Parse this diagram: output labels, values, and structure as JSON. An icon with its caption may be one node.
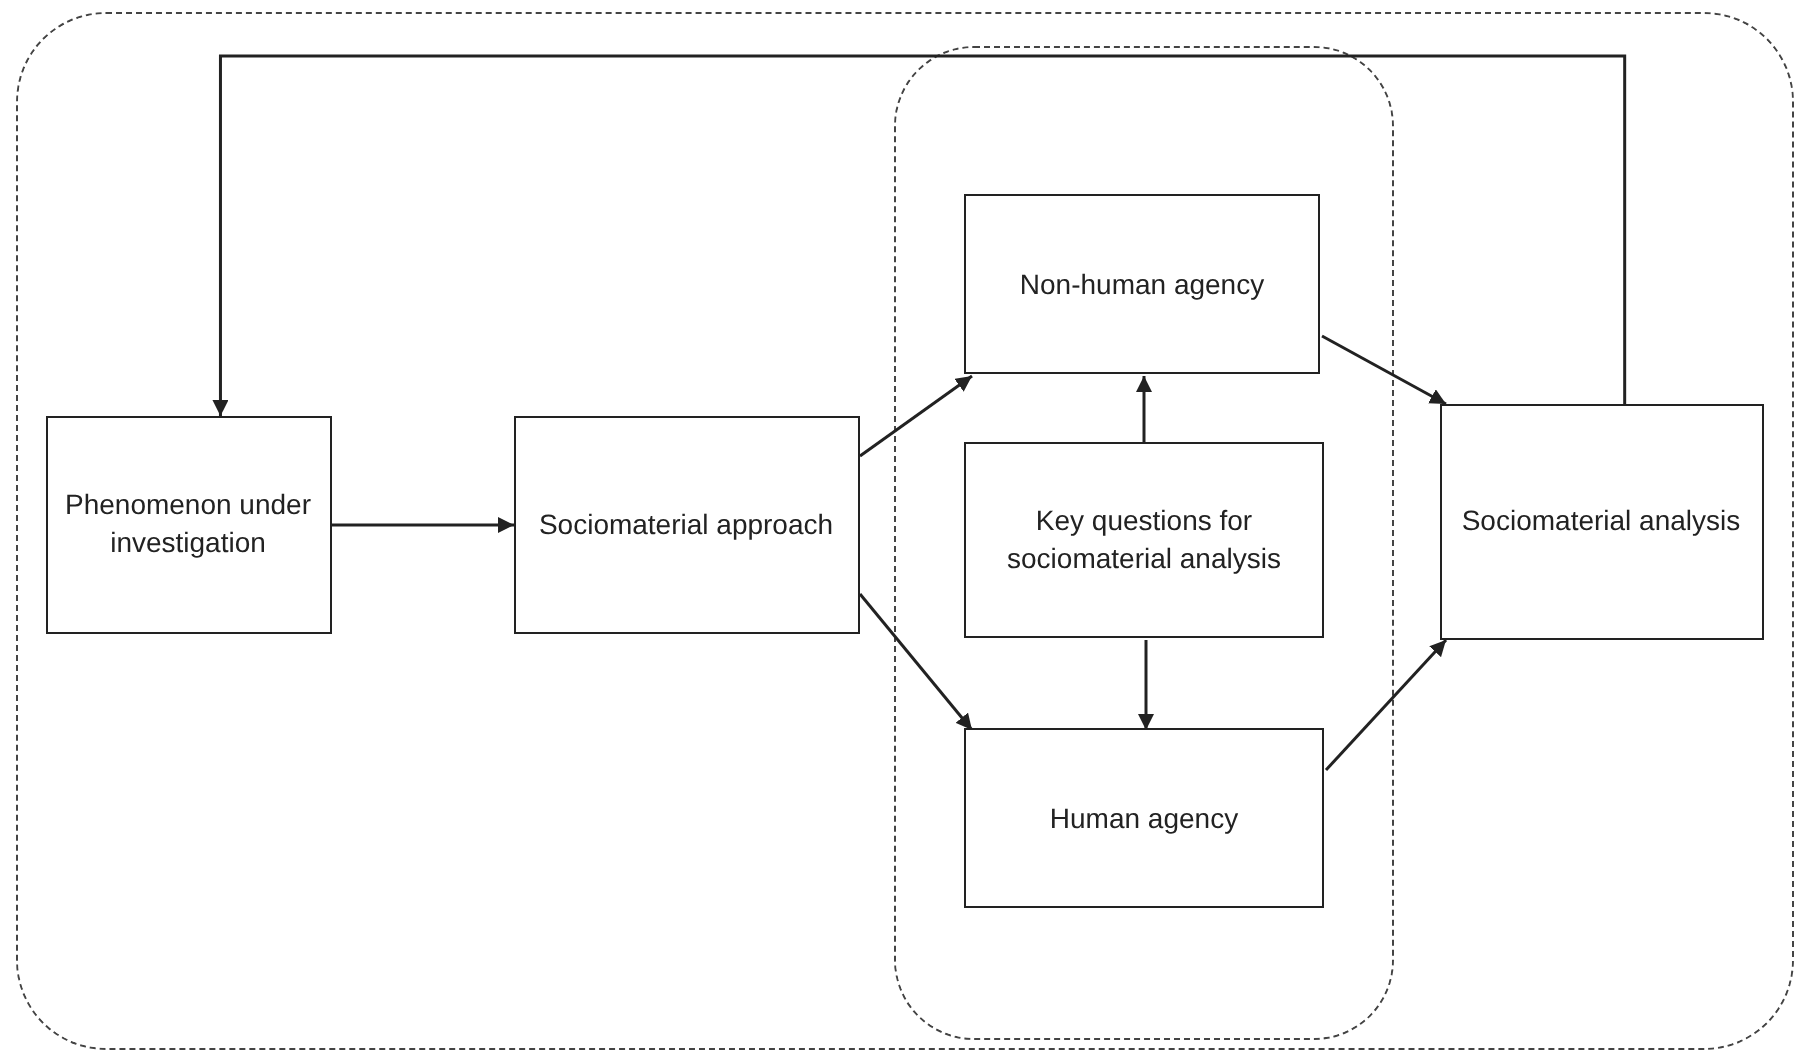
{
  "diagram": {
    "nodes": [
      {
        "text": [],
        "shape": "box"
      },
      {
        "text": [
          "Phenomenon under investigation"
        ],
        "in": 0
      },
      {
        "text": [
          "Sociomaterial approach"
        ],
        "in": 0
      },
      {
        "text": [],
        "shape": "box",
        "in": 0
      },
      {
        "text": [
          "Non-human agency"
        ],
        "in": 3
      },
      {
        "text": [
          "Key questions for sociomaterial analysis"
        ],
        "in": 3
      },
      {
        "text": [
          "Human agency"
        ],
        "in": 3
      },
      {
        "text": [
          "Sociomaterial analysis"
        ],
        "in": 0
      }
    ],
    "edges": [
      {
        "from": 1,
        "to": 2,
        "arrow": "to"
      },
      {
        "from": 2,
        "to": 4,
        "arrow": "to"
      },
      {
        "from": 2,
        "to": 6,
        "arrow": "to"
      },
      {
        "from": 5,
        "to": 4,
        "arrow": "to"
      },
      {
        "from": 5,
        "to": 6,
        "arrow": "to"
      },
      {
        "from": 4,
        "to": 7,
        "arrow": "to"
      },
      {
        "from": 6,
        "to": 7,
        "arrow": "to"
      },
      {
        "from": 7,
        "to": 1,
        "arrow": "to"
      }
    ]
  }
}
